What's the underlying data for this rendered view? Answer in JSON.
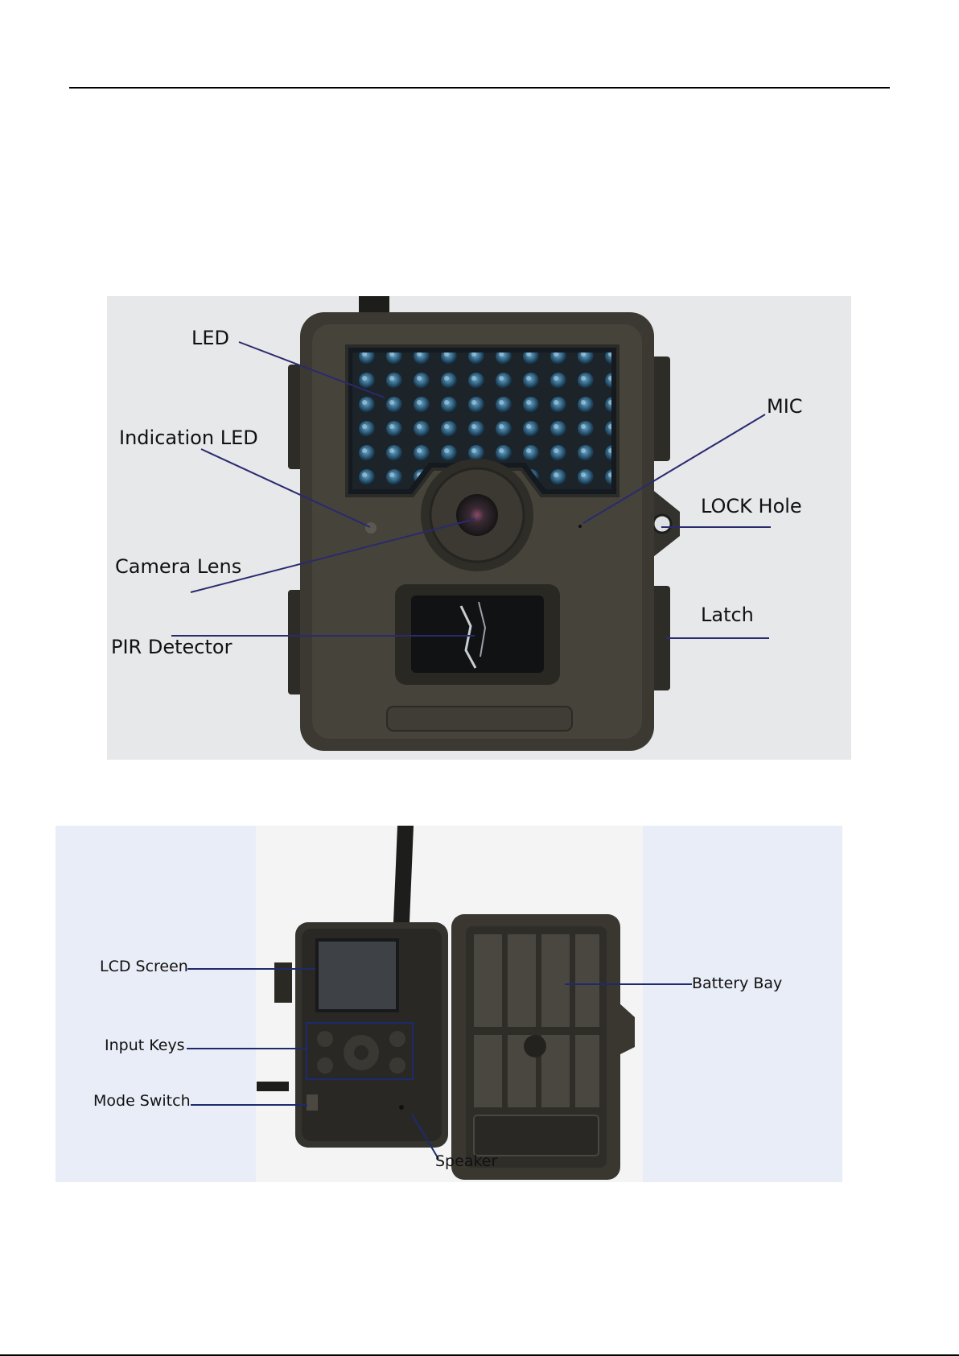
{
  "front_photo": {
    "labels": {
      "led": "LED",
      "indication_led": "Indication LED",
      "camera_lens": "Camera Lens",
      "pir_detector": "PIR Detector",
      "mic": "MIC",
      "lock_hole": "LOCK Hole",
      "latch": "Latch"
    }
  },
  "inside_photo": {
    "labels": {
      "lcd_screen": "LCD Screen",
      "input_keys": "Input Keys",
      "mode_switch": "Mode Switch",
      "speaker": "Speaker",
      "battery_bay": "Battery Bay"
    }
  },
  "colors": {
    "leader_line": "#2a2a6e",
    "camera_body": "#3b3932",
    "photo_background": "#e9edf7"
  }
}
